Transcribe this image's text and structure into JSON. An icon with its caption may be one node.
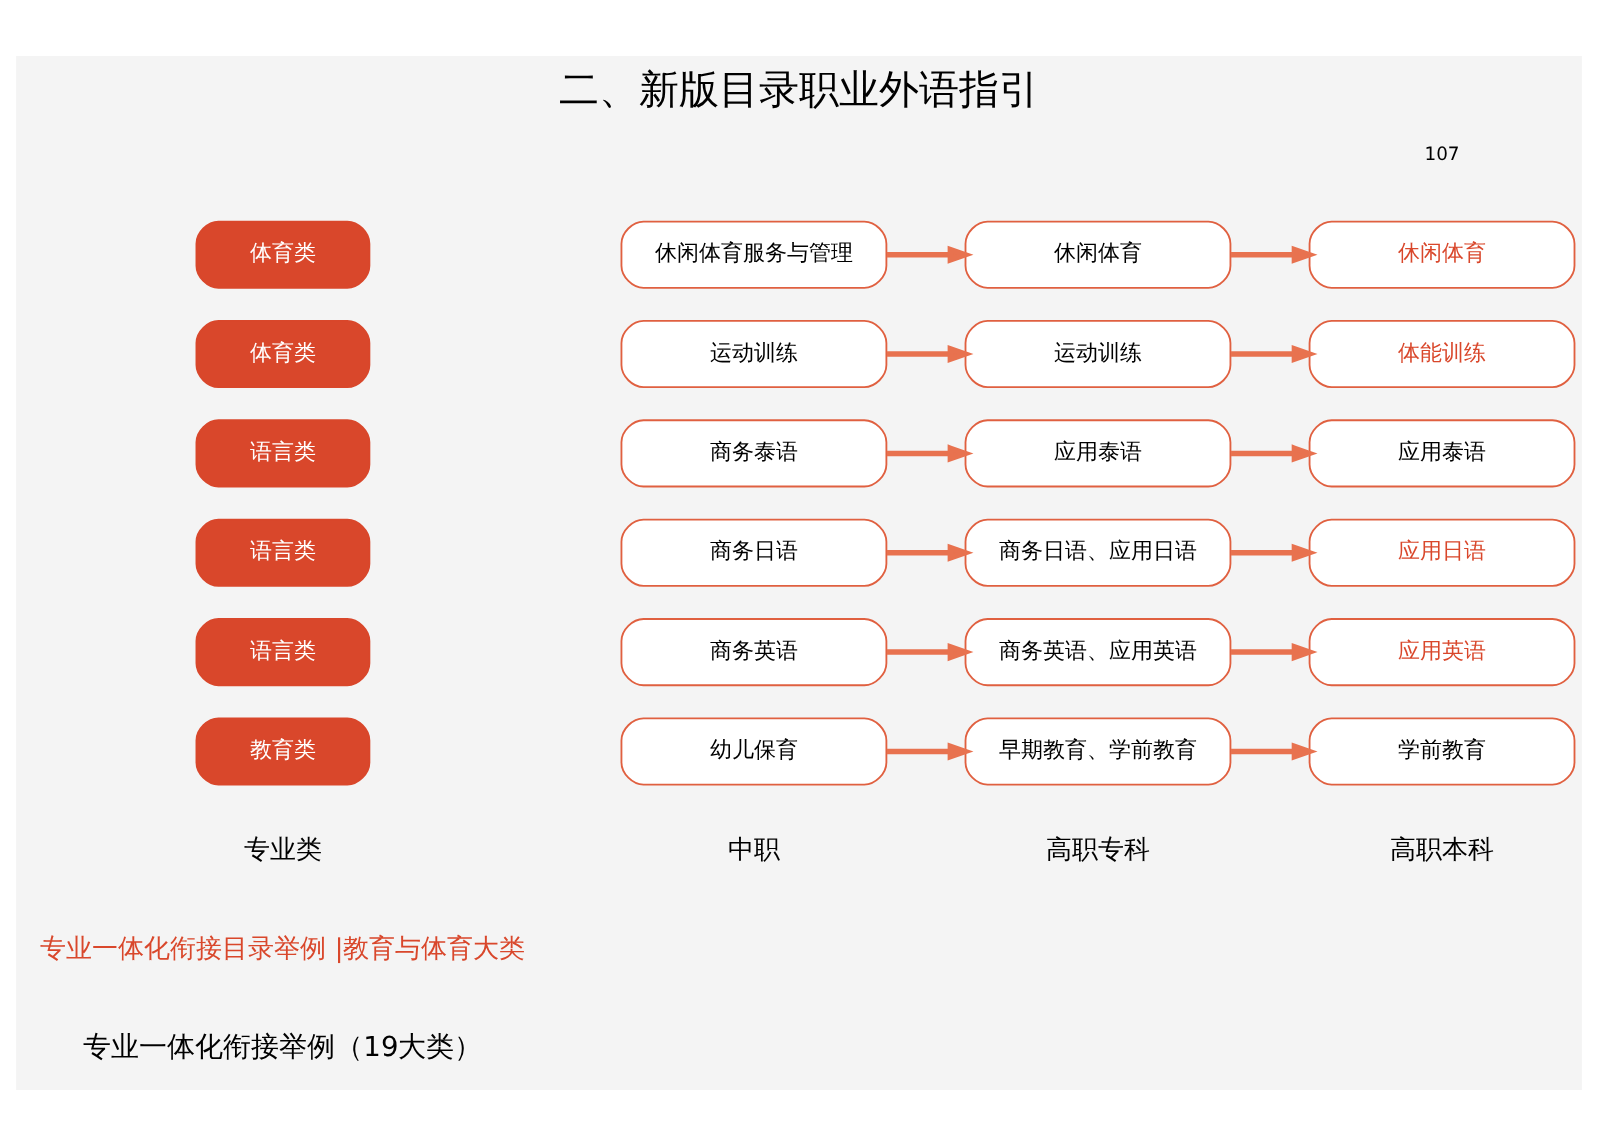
{
  "diagram": {
    "title": "二、新版目录职业外语指引",
    "nodes": [
      {
        "text": [
          "教育类"
        ]
      },
      {
        "text": [
          "幼儿保育"
        ]
      },
      {
        "text": [
          "早期教育、学前教育"
        ]
      },
      {
        "text": [
          "学前教育"
        ]
      },
      {
        "text": [
          "语言类"
        ]
      },
      {
        "text": [
          "商务英语"
        ]
      },
      {
        "text": [
          "商务英语、应用英语"
        ]
      },
      {
        "text": [
          "应用英语"
        ]
      },
      {
        "text": [
          "语言类"
        ]
      },
      {
        "text": [
          "商务日语"
        ]
      },
      {
        "text": [
          "商务日语、应用日语"
        ]
      },
      {
        "text": [
          "应用日语"
        ]
      },
      {
        "text": [
          "语言类"
        ]
      },
      {
        "text": [
          "商务泰语"
        ]
      },
      {
        "text": [
          "应用泰语"
        ]
      },
      {
        "text": [
          "应用泰语"
        ]
      },
      {
        "text": [
          "体育类"
        ]
      },
      {
        "text": [
          "运动训练"
        ]
      },
      {
        "text": [
          "运动训练"
        ]
      },
      {
        "text": [
          "体能训练"
        ]
      },
      {
        "text": [
          "体育类"
        ]
      },
      {
        "text": [
          "休闲体育服务与管理"
        ]
      },
      {
        "text": [
          "休闲体育"
        ]
      },
      {
        "text": [
          "休闲体育"
        ]
      }
    ],
    "edges": [
      {
        "from": 1,
        "to": 2,
        "arrow": "to"
      },
      {
        "from": 2,
        "to": 3,
        "arrow": "to"
      },
      {
        "from": 5,
        "to": 6,
        "arrow": "to"
      },
      {
        "from": 6,
        "to": 7,
        "arrow": "to"
      },
      {
        "from": 9,
        "to": 10,
        "arrow": "to"
      },
      {
        "from": 10,
        "to": 11,
        "arrow": "to"
      },
      {
        "from": 13,
        "to": 14,
        "arrow": "to"
      },
      {
        "from": 14,
        "to": 15,
        "arrow": "to"
      },
      {
        "from": 17,
        "to": 18,
        "arrow": "to"
      },
      {
        "from": 18,
        "to": 19,
        "arrow": "to"
      },
      {
        "from": 21,
        "to": 22,
        "arrow": "to"
      },
      {
        "from": 22,
        "to": 23,
        "arrow": "to"
      }
    ],
    "labels": [
      "专业一体化衔接举例（19大类）",
      "专业一体化衔接目录举例 |教育与体育大类",
      "专业类",
      "中职",
      "高职专科",
      "高职本科",
      "107"
    ]
  }
}
